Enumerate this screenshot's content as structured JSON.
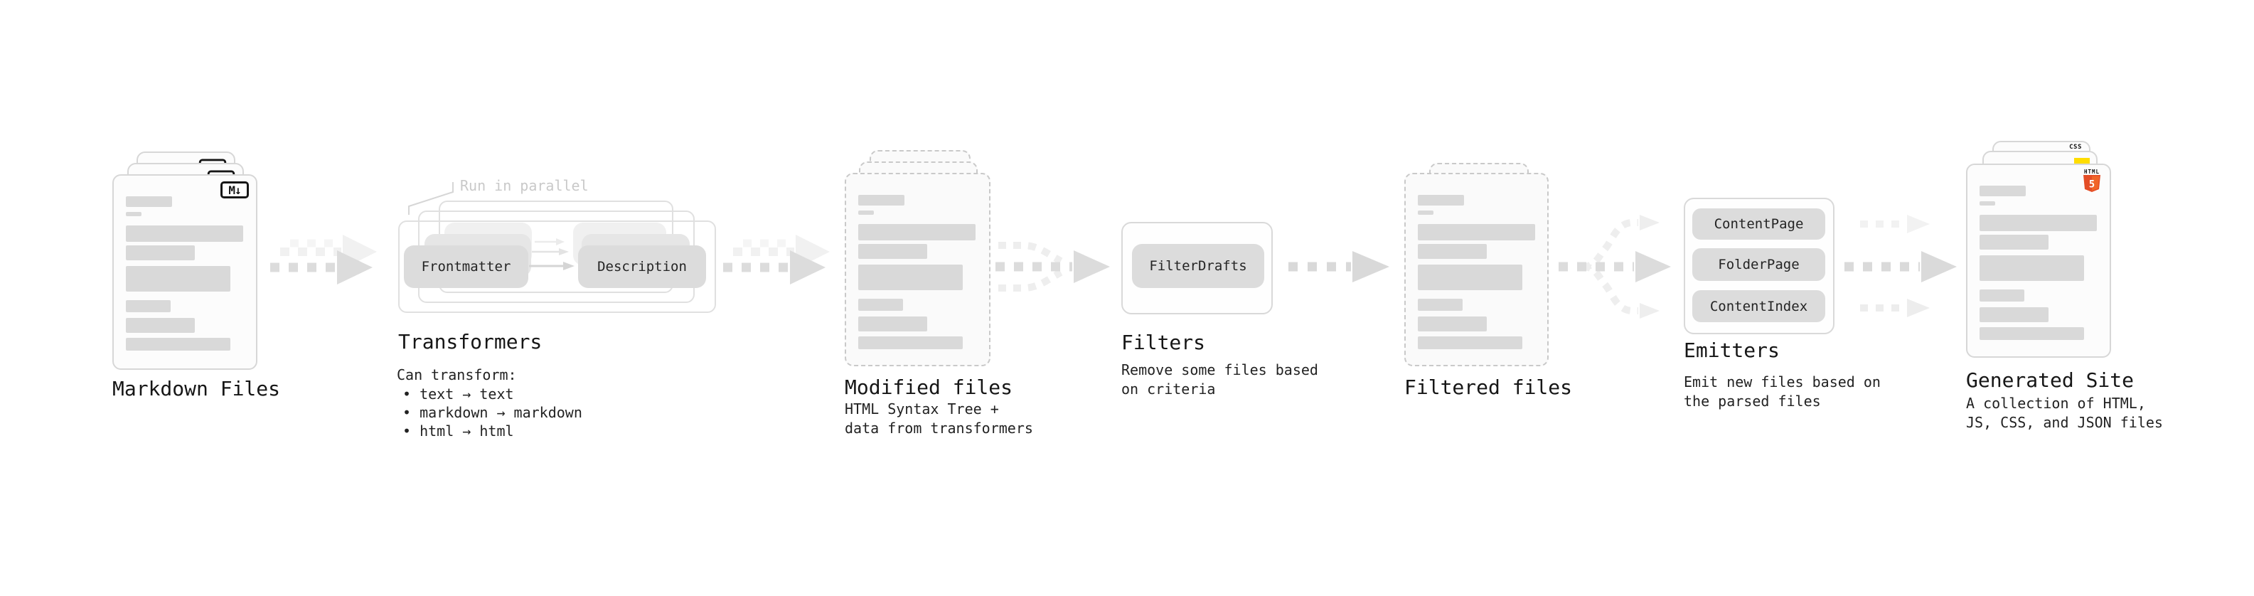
{
  "colors": {
    "markdown_badge": "#161616",
    "css_blue": "#2962ff",
    "js_yellow": "#ffdd00",
    "html5_orange": "#e44d26",
    "html5_orange_light": "#f16529",
    "pill_gray": "#dcdcdc",
    "flow_arrow_gray": "#dcdcdc",
    "flow_arrow_light": "#f1f1f1"
  },
  "stages": {
    "markdown": {
      "title": "Markdown Files",
      "badge": "M↓"
    },
    "transformers": {
      "note": "Run in parallel",
      "pill_frontmatter": "Frontmatter",
      "pill_description": "Description",
      "title": "Transformers",
      "desc_heading": "Can transform:",
      "bullets": [
        "• text → text",
        "• markdown → markdown",
        "• html → html"
      ]
    },
    "modified": {
      "title": "Modified files",
      "desc_line1": "HTML Syntax Tree +",
      "desc_line2": "data from transformers"
    },
    "filters": {
      "pill": "FilterDrafts",
      "title": "Filters",
      "desc_line1": "Remove some files based",
      "desc_line2": "on criteria"
    },
    "filtered": {
      "title": "Filtered files"
    },
    "emitters": {
      "pills": [
        "ContentPage",
        "FolderPage",
        "ContentIndex"
      ],
      "title": "Emitters",
      "desc_line1": "Emit new files based on",
      "desc_line2": "the parsed files"
    },
    "generated": {
      "title": "Generated Site",
      "desc_line1": "A collection of HTML,",
      "desc_line2": "JS, CSS, and JSON files",
      "css_badge": "CSS",
      "html_badge_label": "HTML",
      "html_badge_digit": "5"
    }
  }
}
